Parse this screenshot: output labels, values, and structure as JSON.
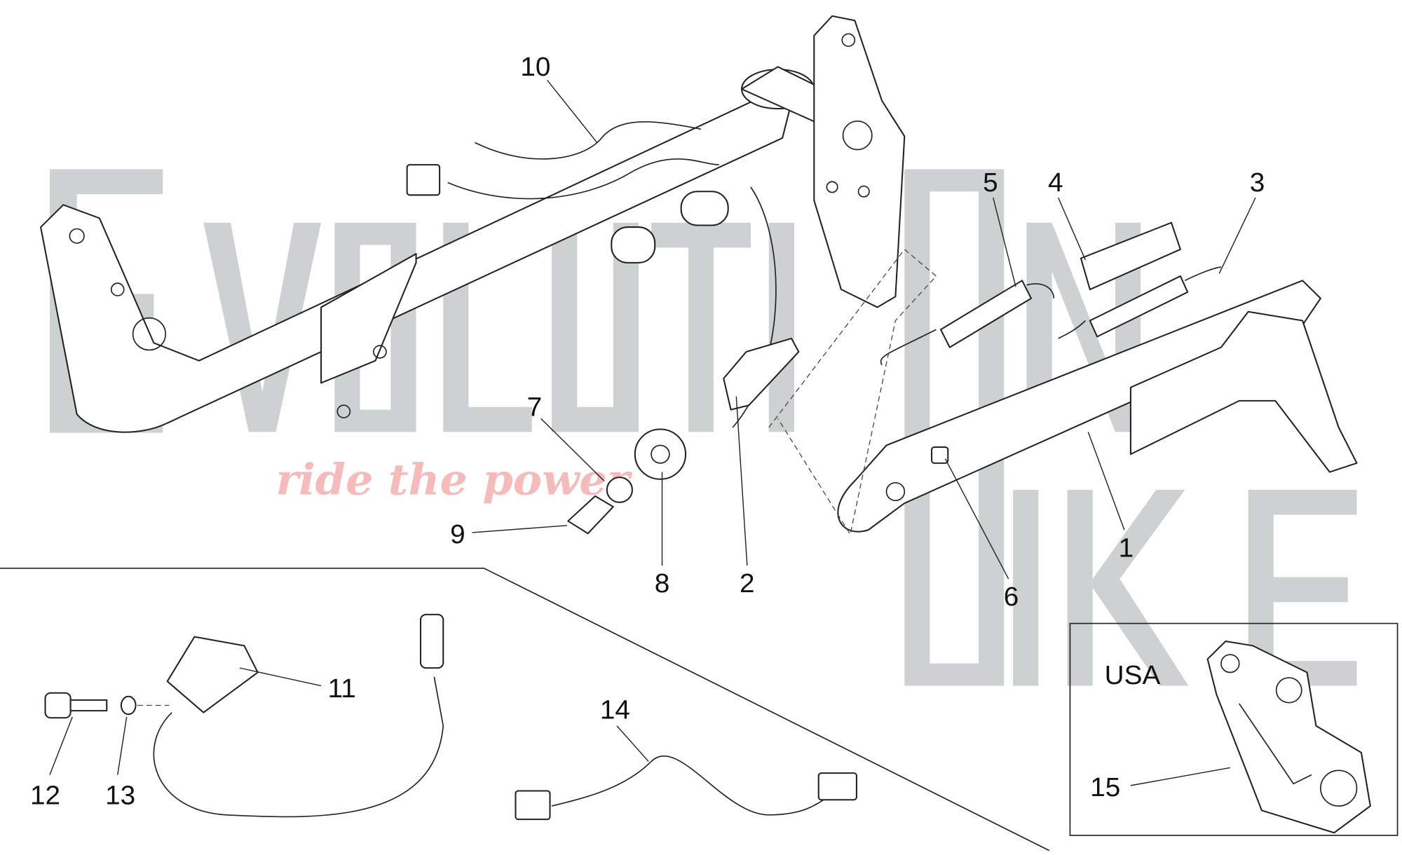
{
  "diagram": {
    "watermark": {
      "brand": "EVOLUTIONBIKE",
      "slogan": "ride the power"
    },
    "region_label": "USA",
    "callouts": [
      {
        "id": "1",
        "text": "1"
      },
      {
        "id": "2",
        "text": "2"
      },
      {
        "id": "3",
        "text": "3"
      },
      {
        "id": "4",
        "text": "4"
      },
      {
        "id": "5",
        "text": "5"
      },
      {
        "id": "6",
        "text": "6"
      },
      {
        "id": "7",
        "text": "7"
      },
      {
        "id": "8",
        "text": "8"
      },
      {
        "id": "9",
        "text": "9"
      },
      {
        "id": "10",
        "text": "10"
      },
      {
        "id": "11",
        "text": "11"
      },
      {
        "id": "12",
        "text": "12"
      },
      {
        "id": "13",
        "text": "13"
      },
      {
        "id": "14",
        "text": "14"
      },
      {
        "id": "15",
        "text": "15"
      }
    ]
  }
}
